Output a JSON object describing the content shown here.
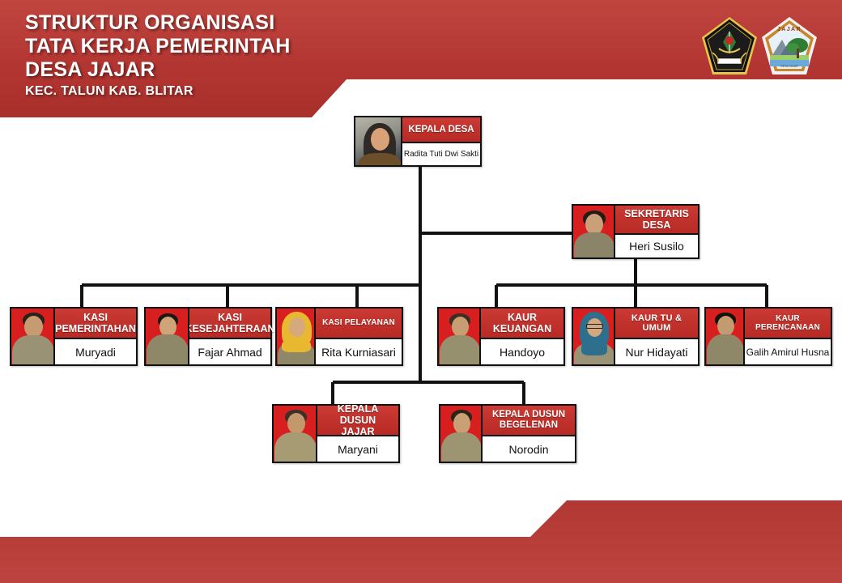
{
  "header": {
    "line1": "STRUKTUR ORGANISASI",
    "line2": "TATA KERJA PEMERINTAH",
    "line3": "DESA JAJAR",
    "subtitle": "KEC. TALUN KAB. BLITAR",
    "logo_kabupaten_label": "KABUPATEN BLITAR",
    "logo_desa_label": "JAJAR"
  },
  "colors": {
    "banner_red": "#b23531",
    "title_red": "#c1322c",
    "photo_red": "#d81f1f",
    "footer_red": "#b53b36",
    "line_black": "#111111",
    "box_white": "#ffffff"
  },
  "chart_data": {
    "type": "diagram",
    "title": "STRUKTUR ORGANISASI TATA KERJA PEMERINTAH DESA JAJAR",
    "nodes": [
      {
        "id": "kepala_desa",
        "title": "KEPALA  DESA",
        "name": "Radita  Tuti  Dwi Sakti",
        "level": 0,
        "parent": null
      },
      {
        "id": "sekretaris",
        "title": "SEKRETARIS DESA",
        "name": "Heri Susilo",
        "level": 1,
        "parent": "kepala_desa"
      },
      {
        "id": "kasi_pem",
        "title": "KASI PEMERINTAHAN",
        "name": "Muryadi",
        "level": 2,
        "parent": "kepala_desa"
      },
      {
        "id": "kasi_kes",
        "title": "KASI KESEJAHTERAAN",
        "name": "Fajar  Ahmad",
        "level": 2,
        "parent": "kepala_desa"
      },
      {
        "id": "kasi_pel",
        "title": "KASI PELAYANAN",
        "name": "Rita Kurniasari",
        "level": 2,
        "parent": "kepala_desa"
      },
      {
        "id": "kaur_keu",
        "title": "KAUR KEUANGAN",
        "name": "Handoyo",
        "level": 2,
        "parent": "sekretaris"
      },
      {
        "id": "kaur_tu",
        "title": "KAUR TU & UMUM",
        "name": "Nur Hidayati",
        "level": 2,
        "parent": "sekretaris"
      },
      {
        "id": "kaur_per",
        "title": "KAUR PERENCANAAN",
        "name": "Galih Amirul Husna",
        "level": 2,
        "parent": "sekretaris"
      },
      {
        "id": "kadus_jajar",
        "title": "KEPALA DUSUN JAJAR",
        "name": "Maryani",
        "level": 3,
        "parent": "kepala_desa"
      },
      {
        "id": "kadus_bege",
        "title": "KEPALA DUSUN BEGELENAN",
        "name": "Norodin",
        "level": 3,
        "parent": "kepala_desa"
      }
    ]
  },
  "nodes": {
    "kepala_desa": {
      "title_line1": "KEPALA  DESA",
      "title_line2": "",
      "name": "Radita  Tuti  Dwi Sakti"
    },
    "sekretaris": {
      "title_line1": "SEKRETARIS",
      "title_line2": "DESA",
      "name": "Heri Susilo"
    },
    "kasi_pem": {
      "title_line1": "KASI",
      "title_line2": "PEMERINTAHAN",
      "name": "Muryadi"
    },
    "kasi_kes": {
      "title_line1": "KASI",
      "title_line2": "KESEJAHTERAAN",
      "name": "Fajar  Ahmad"
    },
    "kasi_pel": {
      "title_line1": "KASI PELAYANAN",
      "title_line2": "",
      "name": "Rita Kurniasari"
    },
    "kaur_keu": {
      "title_line1": "KAUR",
      "title_line2": "KEUANGAN",
      "name": "Handoyo"
    },
    "kaur_tu": {
      "title_line1": "KAUR TU & UMUM",
      "title_line2": "",
      "name": "Nur Hidayati"
    },
    "kaur_per": {
      "title_line1": "KAUR PERENCANAAN",
      "title_line2": "",
      "name": "Galih Amirul Husna"
    },
    "kadus_jajar": {
      "title_line1": "KEPALA DUSUN",
      "title_line2": "JAJAR",
      "name": "Maryani"
    },
    "kadus_bege": {
      "title_line1": "KEPALA DUSUN",
      "title_line2": "BEGELENAN",
      "name": "Norodin"
    }
  }
}
